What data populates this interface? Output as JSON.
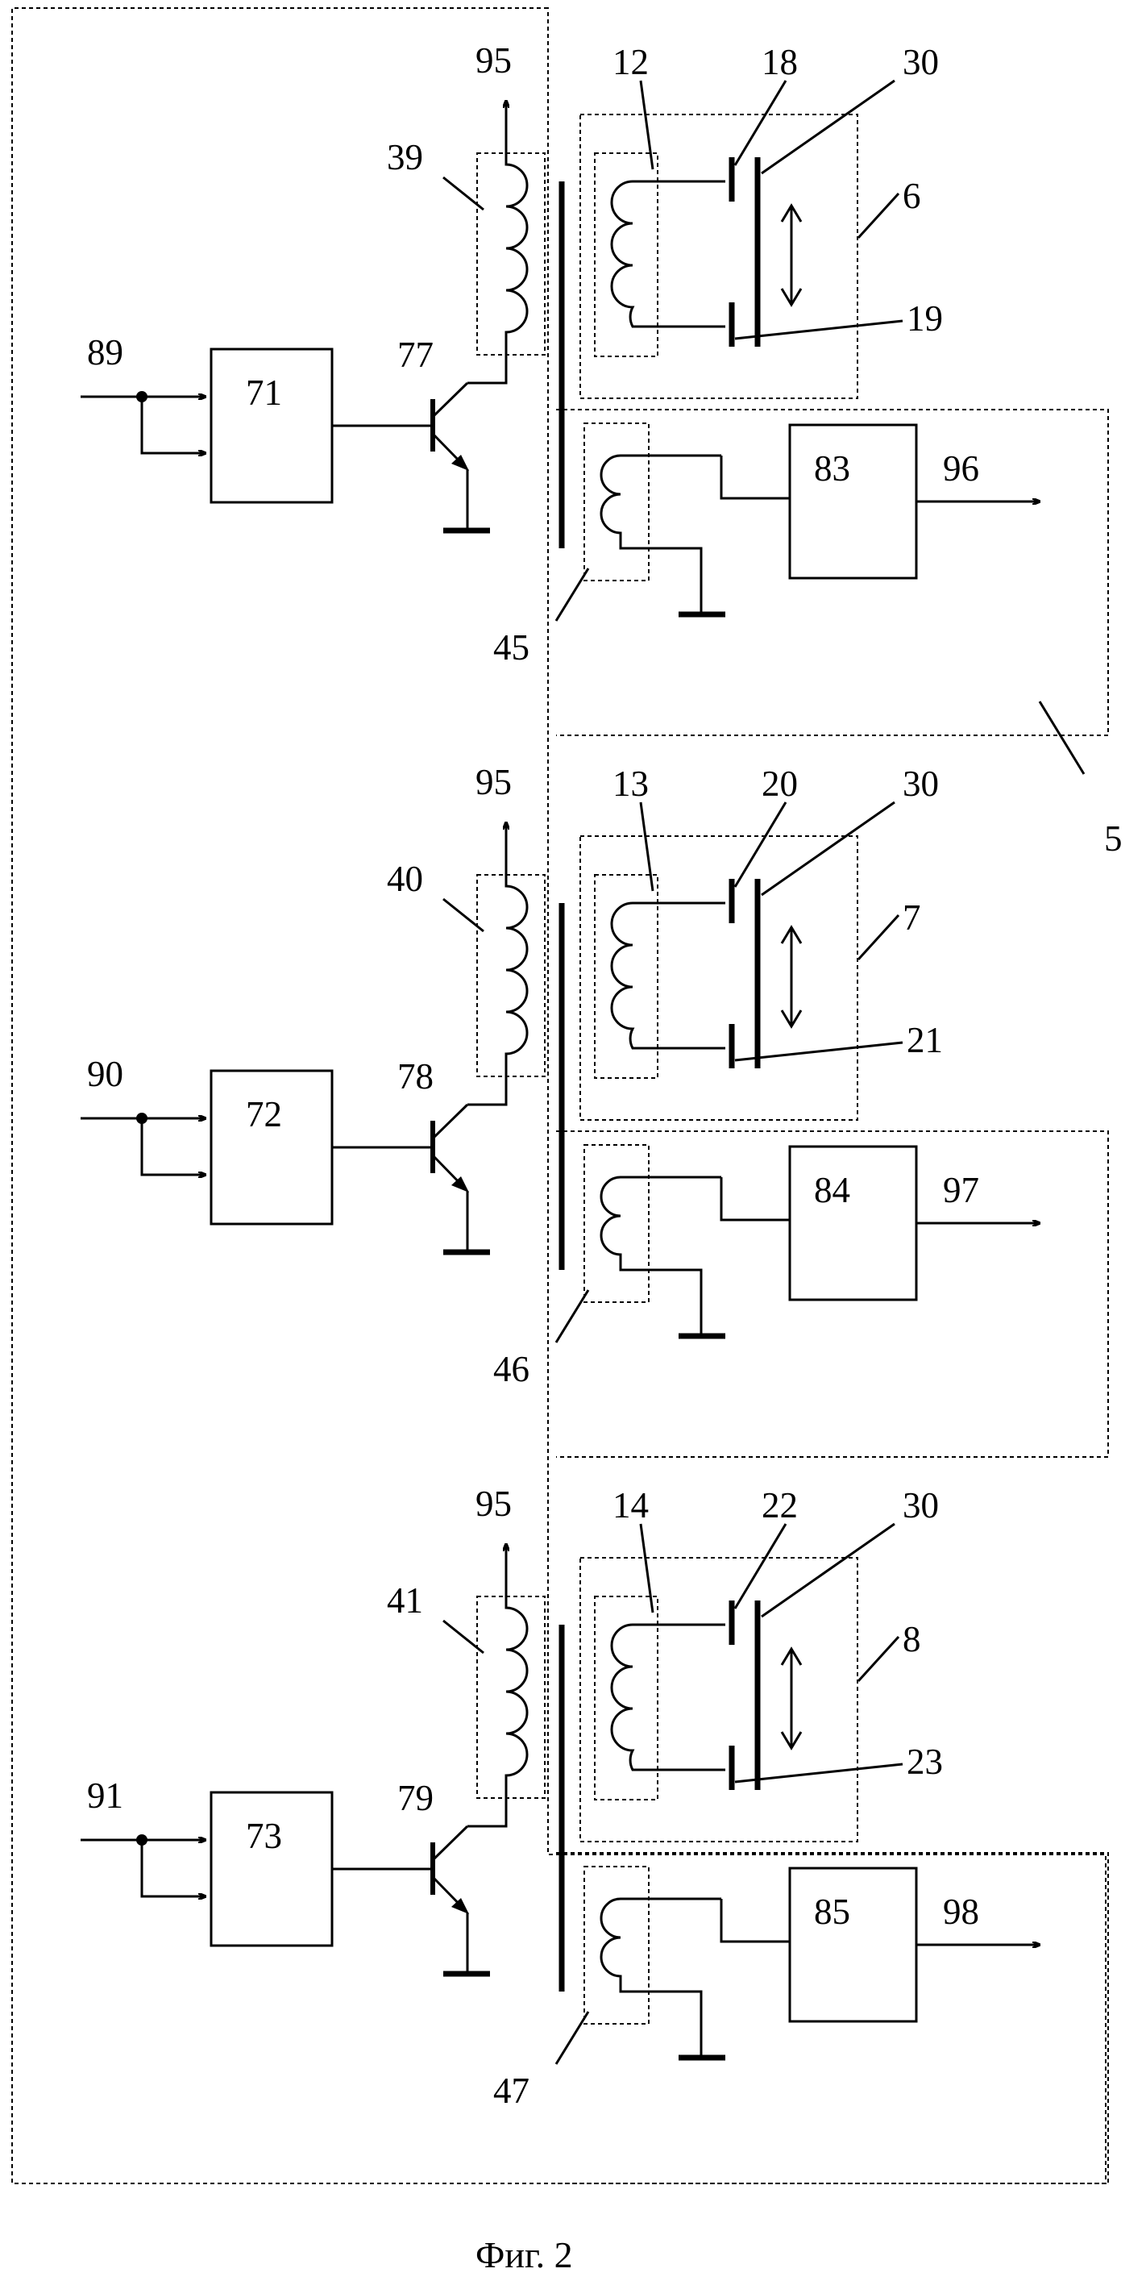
{
  "caption": "Фиг. 2",
  "units": [
    {
      "input": "89",
      "block": "71",
      "transistor": "77",
      "coil": "39",
      "supply": "95",
      "group": "6",
      "group_coil": "12",
      "plate_top": "18",
      "plate_bottom": "19",
      "moving_plate": "30",
      "sense_coil": "45",
      "detector": "83",
      "output": "96"
    },
    {
      "input": "90",
      "block": "72",
      "transistor": "78",
      "coil": "40",
      "supply": "95",
      "group": "7",
      "group_coil": "13",
      "plate_top": "20",
      "plate_bottom": "21",
      "moving_plate": "30",
      "sense_coil": "46",
      "detector": "84",
      "output": "97"
    },
    {
      "input": "91",
      "block": "73",
      "transistor": "79",
      "coil": "41",
      "supply": "95",
      "group": "8",
      "group_coil": "14",
      "plate_top": "22",
      "plate_bottom": "23",
      "moving_plate": "30",
      "sense_coil": "47",
      "detector": "85",
      "output": "98"
    }
  ],
  "outer_frame_label": "5"
}
